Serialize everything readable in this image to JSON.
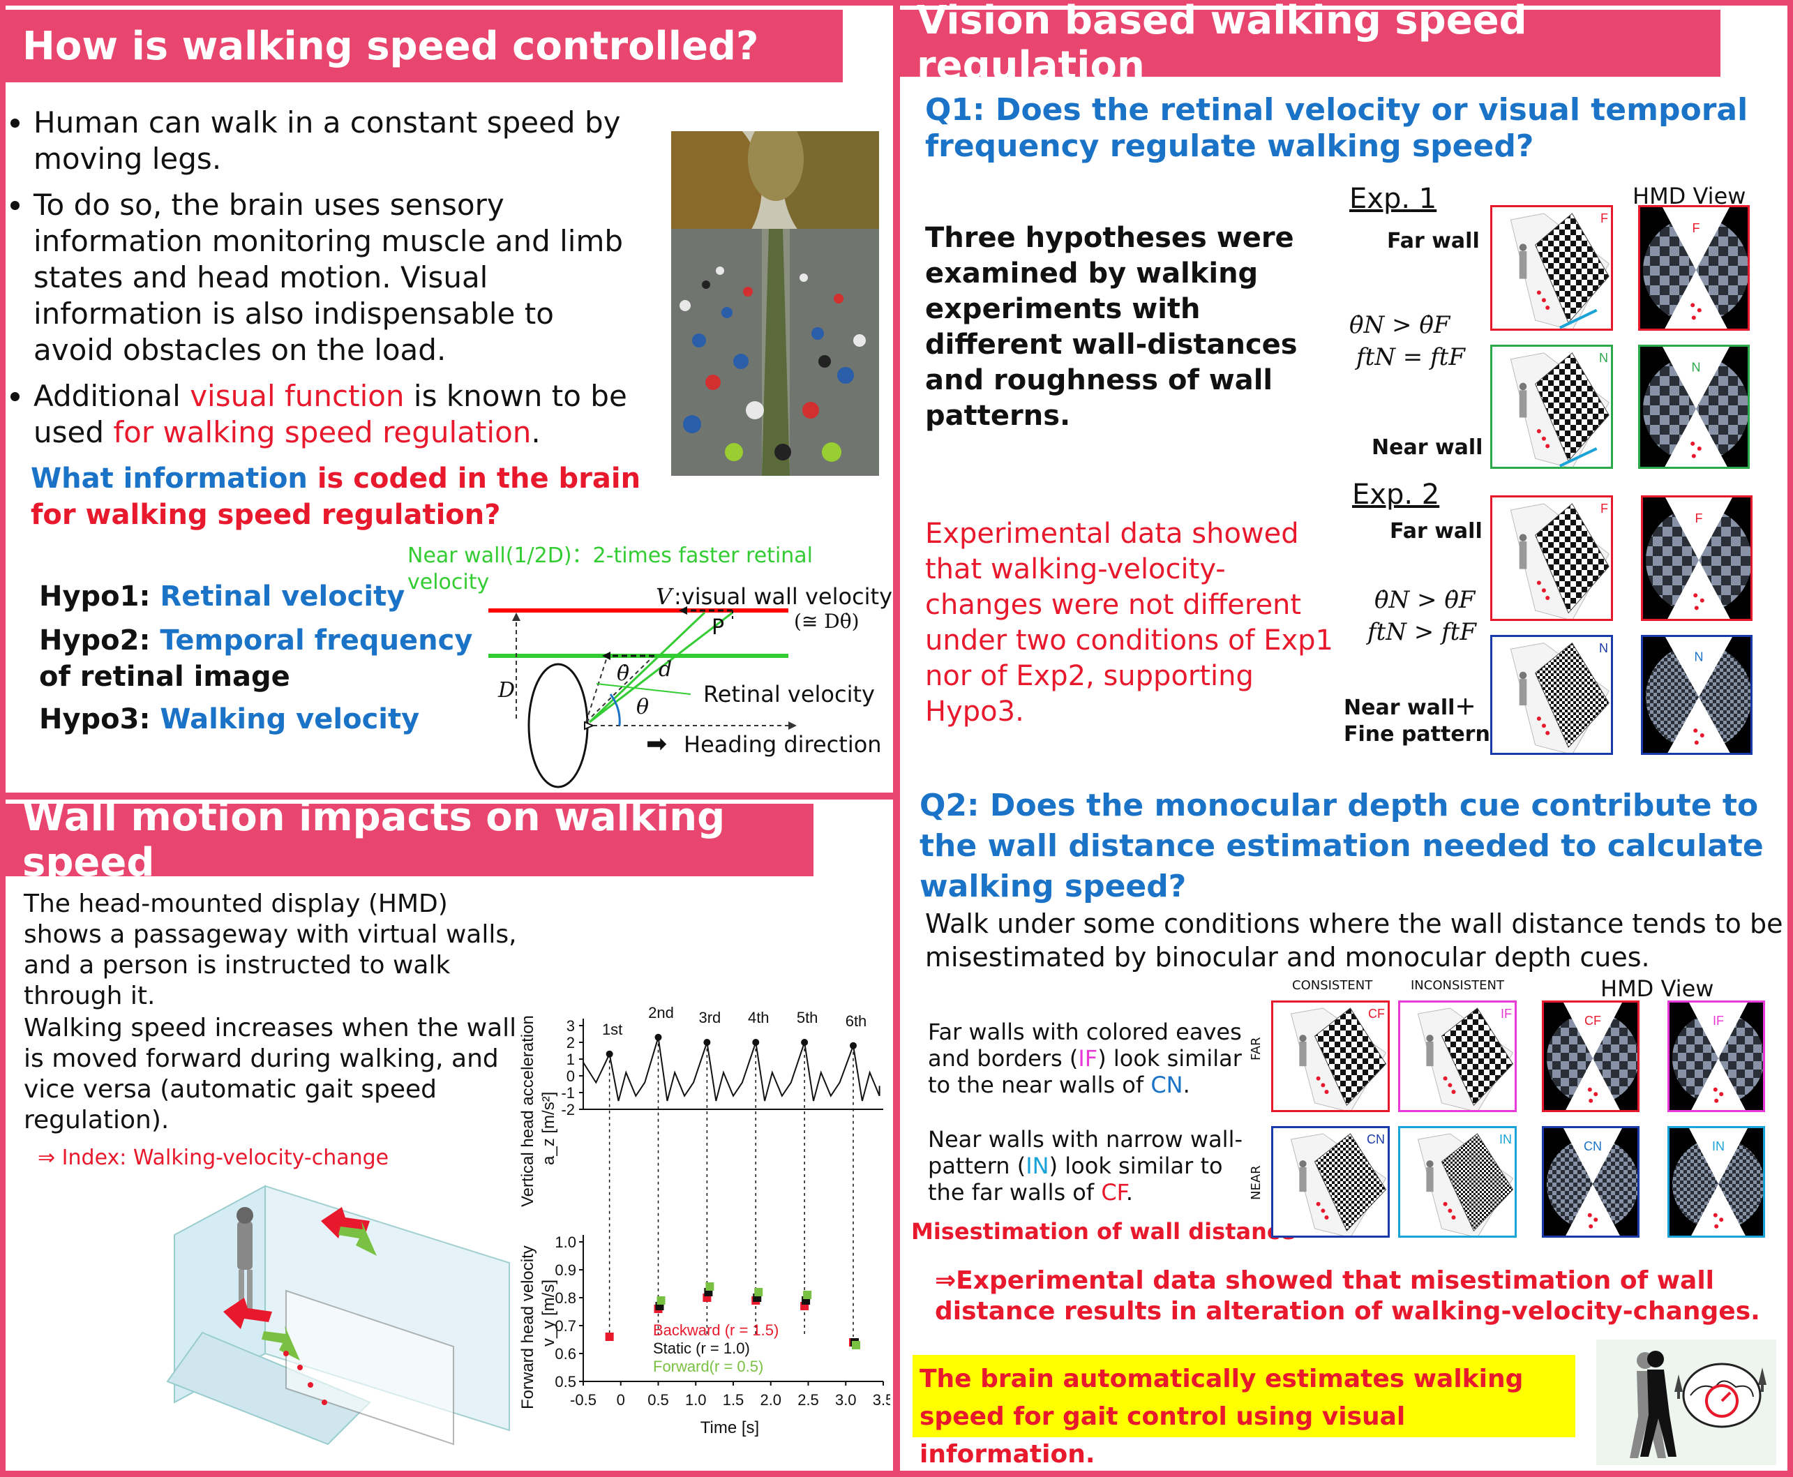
{
  "panel1": {
    "title": "How is walking speed controlled?",
    "bullets": [
      "Human can walk in a constant speed by moving legs.",
      "To do so, the brain uses sensory information monitoring muscle and limb states and head motion. Visual information is also indispensable to avoid obstacles on the load."
    ],
    "bullet3": {
      "a": "Additional ",
      "b": "visual function",
      "c": " is known to be used ",
      "d": "for walking speed regulation",
      "e": "."
    },
    "question": {
      "a": "What information",
      "b": " is coded in the brain for walking speed regulation?"
    },
    "hypo1": {
      "label": "Hypo1: ",
      "value": "Retinal velocity"
    },
    "hypo2": {
      "label": "Hypo2: ",
      "value": "Temporal frequency",
      "rest": "of retinal image"
    },
    "hypo3": {
      "label": "Hypo3: ",
      "value": "Walking velocity"
    },
    "diagram": {
      "near_wall": "Near wall(1/2D)：2-times faster retinal velocity",
      "visual_wall": ":visual wall velocity",
      "V": "V",
      "approx": "(≅ Dθ̇)",
      "P": "P",
      "d": "d",
      "theta_dot": "θ̇",
      "theta": "θ",
      "D": "D",
      "retinal": "Retinal velocity",
      "heading": "Heading direction"
    }
  },
  "panel2": {
    "title": "Wall motion impacts on walking speed",
    "para1": "The head-mounted display (HMD) shows a passageway with virtual walls, and a person is instructed to walk through it.",
    "para2": "Walking speed increases when the wall is moved forward during walking, and vice versa (automatic gait speed regulation).",
    "index": "⇒ Index: Walking-velocity-change"
  },
  "chart_data": [
    {
      "type": "line",
      "ylabel": "Vertical head acceleration",
      "ylabel_unit": "a_z [m/s²]",
      "ylim": [
        -2,
        3
      ],
      "yticks": [
        "3",
        "2",
        "1",
        "0",
        "-1",
        "-2"
      ],
      "xlim": [
        -0.5,
        3.5
      ],
      "peaks": [
        {
          "label": "1st",
          "x": -0.15,
          "y": 1.3
        },
        {
          "label": "2nd",
          "x": 0.5,
          "y": 2.3
        },
        {
          "label": "3rd",
          "x": 1.15,
          "y": 2.0
        },
        {
          "label": "4th",
          "x": 1.8,
          "y": 2.0
        },
        {
          "label": "5th",
          "x": 2.45,
          "y": 2.0
        },
        {
          "label": "6th",
          "x": 3.1,
          "y": 1.8
        }
      ]
    },
    {
      "type": "scatter",
      "xlabel": "Time [s]",
      "ylabel": "Forward head velocity",
      "ylabel_unit": "v_y [m/s]",
      "xlim": [
        -0.5,
        3.5
      ],
      "ylim": [
        0.5,
        1.0
      ],
      "xticks": [
        "-0.5",
        "0",
        "0.5",
        "1.0",
        "1.5",
        "2.0",
        "2.5",
        "3.0",
        "3.5"
      ],
      "yticks": [
        "1.0",
        "0.9",
        "0.8",
        "0.7",
        "0.6",
        "0.5"
      ],
      "series": [
        {
          "name": "Backward (r = 1.5)",
          "color": "#e8192c",
          "x": [
            -0.15,
            0.5,
            1.15,
            1.8,
            2.45,
            3.1
          ],
          "y": [
            0.66,
            0.76,
            0.8,
            0.79,
            0.77,
            0.64
          ]
        },
        {
          "name": "Static (r = 1.0)",
          "color": "#111111",
          "x": [
            0.5,
            1.15,
            1.8,
            2.45,
            3.1
          ],
          "y": [
            0.77,
            0.82,
            0.8,
            0.79,
            0.64
          ]
        },
        {
          "name": "Forward(r = 0.5)",
          "color": "#7ac143",
          "x": [
            0.5,
            1.15,
            1.8,
            2.45,
            3.1
          ],
          "y": [
            0.79,
            0.84,
            0.82,
            0.81,
            0.63
          ]
        }
      ]
    }
  ],
  "panel3": {
    "title": "Vision based walking speed regulation",
    "q1": "Q1: Does the retinal velocity or visual temporal frequency regulate walking speed?",
    "three_hyp": "Three hypotheses were examined by walking experiments with different wall-distances and roughness of wall patterns.",
    "exp_result": "Experimental data showed that walking-velocity-changes were not different under two conditions  of Exp1 nor of Exp2, supporting Hypo3.",
    "exp1": "Exp. 1",
    "exp2": "Exp. 2",
    "hmd_view": "HMD View",
    "far_wall": "Far wall",
    "near_wall": "Near wall",
    "near_fine": "Near wall＋ Fine pattern",
    "eq1a": "θ̇N > θ̇F",
    "eq1b": "ftN = ftF",
    "eq2a": "θ̇N > θ̇F",
    "eq2b": "ftN > ftF",
    "F": "F",
    "N": "N",
    "q2": "Q2: Does the monocular depth cue contribute to the wall distance estimation needed to calculate walking speed?",
    "walk_under": "Walk under some conditions where the wall distance tends to be misestimated by binocular and monocular depth cues.",
    "consistent": "CONSISTENT",
    "inconsistent": "INCONSISTENT",
    "hmd_view2": "HMD View",
    "far_label": "FAR",
    "near_label": "NEAR",
    "far_desc": {
      "a": "Far walls with colored eaves and borders (",
      "b": "IF",
      "c": ") look similar to the near walls of ",
      "d": "CN",
      "e": "."
    },
    "near_desc": {
      "a": "Near walls with narrow wall-pattern (",
      "b": "IN",
      "c": ") look similar to the far walls of ",
      "d": "CF",
      "e": "."
    },
    "CF": "CF",
    "IF": "IF",
    "CN": "CN",
    "IN": "IN",
    "misest": "Misestimation of wall distance",
    "conclusion": "⇒Experimental data showed that misestimation of wall distance results in alteration of walking-velocity-changes.",
    "final": "The brain automatically estimates walking speed for gait control using visual information."
  },
  "colors": {
    "accent": "#e8456f",
    "blue": "#1a73c7",
    "red": "#e8192c",
    "green": "#33cc33",
    "yellow": "#ffff00"
  }
}
